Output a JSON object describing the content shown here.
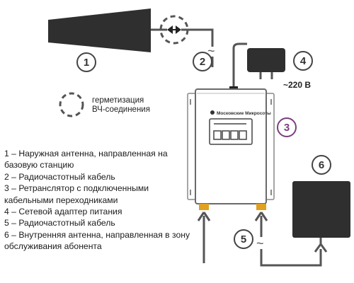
{
  "labels": {
    "n1": "1",
    "n2": "2",
    "n3": "3",
    "n4": "4",
    "n5": "5",
    "n6": "6",
    "sealing_line1": "герметизация",
    "sealing_line2": "ВЧ-соединения",
    "voltage": "~220 В",
    "brand": "Московские Микросоты",
    "tilde_top": "~",
    "tilde_bottom": "~"
  },
  "legend": [
    "1 – Наружная антенна, направленная на базовую станцию",
    "2 – Радиочастотный кабель",
    "3 – Ретранслятор с подключенными кабельными переходниками",
    "4 – Сетевой адаптер питания",
    "5 – Радиочастотный кабель",
    "6 – Внутренняя антенна, направленная в зону обслуживания абонента"
  ],
  "colors": {
    "dark": "#2f2f2f",
    "accent": "#7b3f7e",
    "line": "#555555",
    "device_fill": "#ffffff",
    "device_stroke": "#6a6a6a",
    "sealing_dash": "#555555",
    "connector": "#e0a020"
  }
}
